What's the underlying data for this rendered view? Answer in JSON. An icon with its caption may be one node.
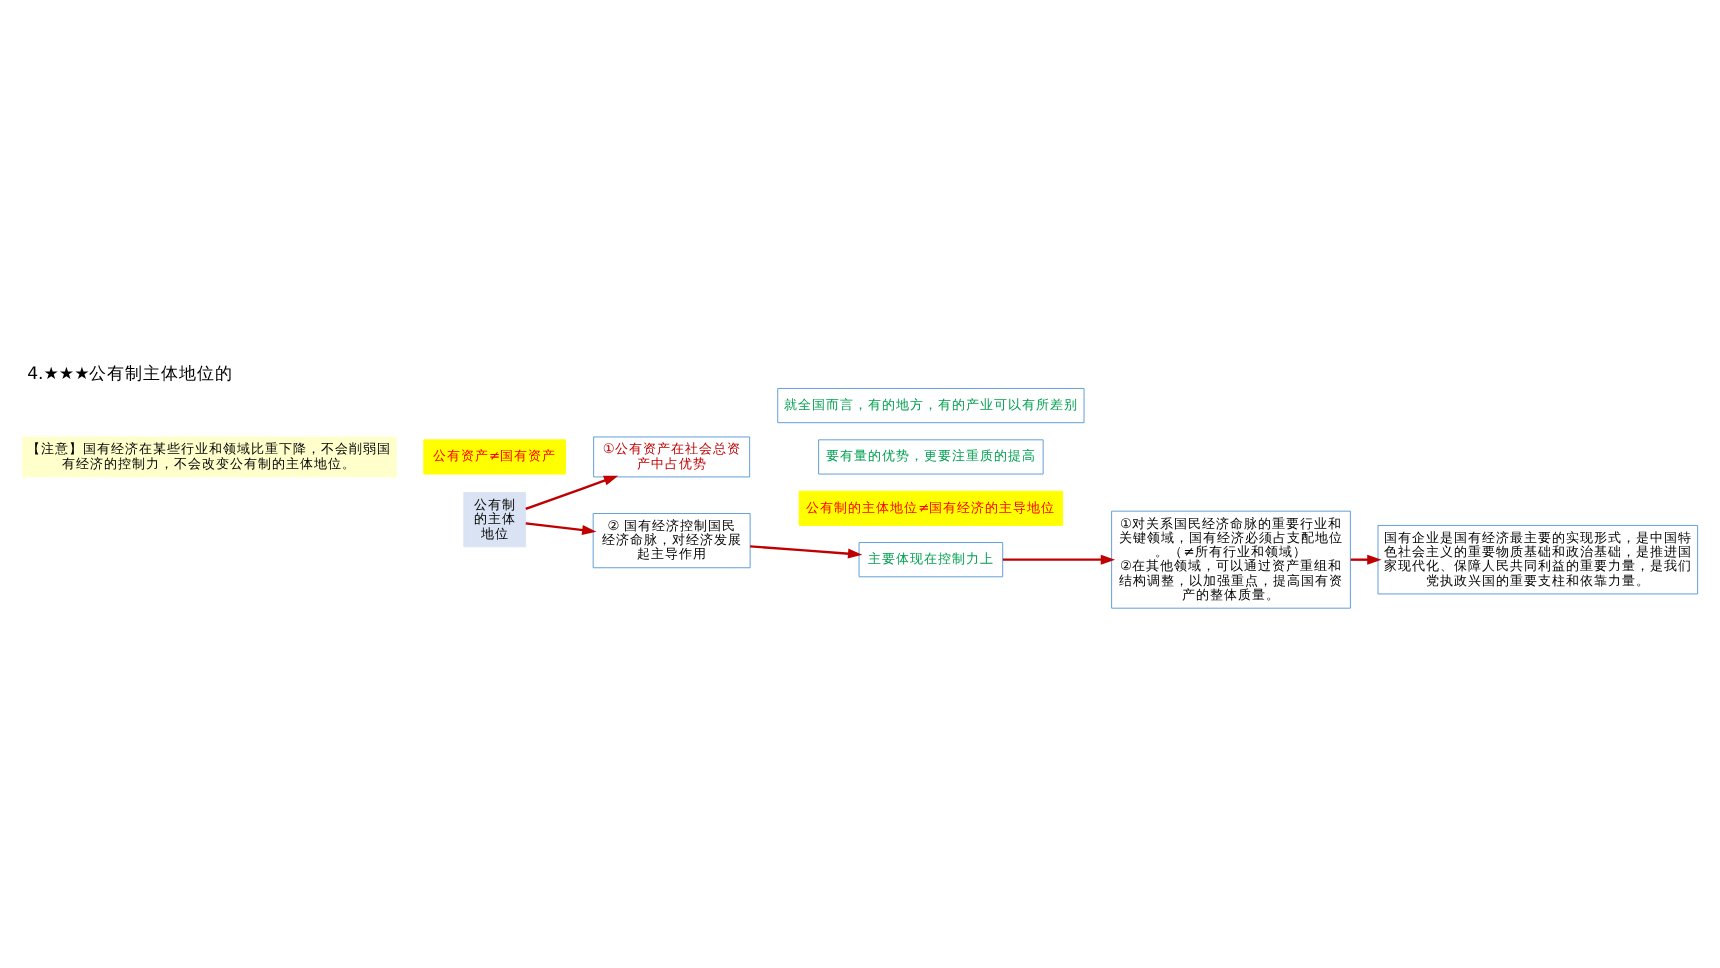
{
  "diagram": {
    "title": "4.★★★公有制主体地位的",
    "nodes": [
      {
        "text": [
          "公有制的主体地位"
        ]
      },
      {
        "text": [
          "公有资产≠国有资产"
        ]
      },
      {
        "text": [
          "①公有资产在社会总资产中占优势"
        ]
      },
      {
        "text": [
          "就全国而言，有的地方，有的产业可以有所差别"
        ]
      },
      {
        "text": [
          "要有量的优势，更要注重质的提高"
        ]
      },
      {
        "text": [
          "公有制的主体地位≠国有经济的主导地位"
        ]
      },
      {
        "text": [
          "② 国有经济控制国民经济命脉，对经济发展起主导作用"
        ]
      },
      {
        "text": [
          "主要体现在控制力上"
        ]
      },
      {
        "text": [
          "①对关系国民经济命脉的重要行业和关键领域，国有经济必须占支配地位。（≠所有行业和领域）",
          "②在其他领域，可以通过资产重组和结构调整，以加强重点，提高国有资产的整体质量。"
        ]
      },
      {
        "text": [
          "国有企业是国有经济最主要的实现形式，是中国特色社会主义的重要物质基础和政治基础，是推进国家现代化、保障人民共同利益的重要力量，是我们党执政兴国的重要支柱和依靠力量。"
        ]
      },
      {
        "text": [
          "【注意】国有经济在某些行业和领域比重下降，不会削弱国有经济的控制力，不会改变公有制的主体地位。"
        ]
      }
    ],
    "edges": [
      {
        "from": 0,
        "to": 2,
        "arrow": "to",
        "color": "#c00000"
      },
      {
        "from": 0,
        "to": 6,
        "arrow": "to",
        "color": "#c00000"
      },
      {
        "from": 6,
        "to": 7,
        "arrow": "to",
        "color": "#c00000"
      },
      {
        "from": 7,
        "to": 8,
        "arrow": "to",
        "color": "#c00000"
      },
      {
        "from": 8,
        "to": 9,
        "arrow": "to",
        "color": "#c00000"
      }
    ]
  }
}
